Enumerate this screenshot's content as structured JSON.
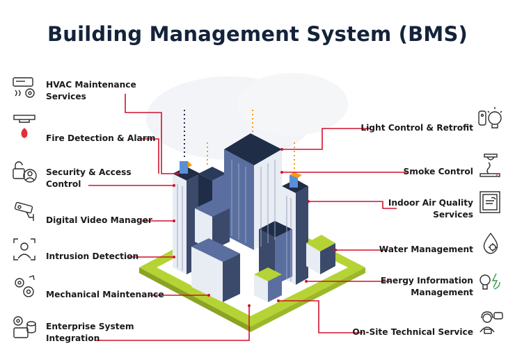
{
  "title": "Building Management System (BMS)",
  "left_services": [
    {
      "line1": "HVAC Maintenance",
      "line2": "Services",
      "icon": "hvac-icon"
    },
    {
      "line1": "Fire Detection & Alarm",
      "line2": "",
      "icon": "fire-alarm-icon"
    },
    {
      "line1": "Security & Access",
      "line2": "Control",
      "icon": "security-access-icon"
    },
    {
      "line1": "Digital Video Manager",
      "line2": "",
      "icon": "cctv-camera-icon"
    },
    {
      "line1": "Intrusion Detection",
      "line2": "",
      "icon": "intrusion-detection-icon"
    },
    {
      "line1": "Mechanical Maintenance",
      "line2": "",
      "icon": "gears-icon"
    },
    {
      "line1": "Enterprise System",
      "line2": "Integration",
      "icon": "integration-icon"
    }
  ],
  "right_services": [
    {
      "line1": "Light Control & Retrofit",
      "line2": "",
      "icon": "light-bulb-icon"
    },
    {
      "line1": "Smoke Control",
      "line2": "",
      "icon": "smoke-control-icon"
    },
    {
      "line1": "Indoor Air Quality",
      "line2": "Services",
      "icon": "air-quality-icon"
    },
    {
      "line1": "Water Management",
      "line2": "",
      "icon": "water-drop-icon"
    },
    {
      "line1": "Energy Information",
      "line2": "Management",
      "icon": "energy-icon"
    },
    {
      "line1": "On-Site Technical Service",
      "line2": "",
      "icon": "technician-icon"
    }
  ],
  "colors": {
    "title": "#14233a",
    "connector": "#d0112b",
    "ground": "#b5d334",
    "building_dark": "#1f2d47",
    "building_blue": "#5a6fa0",
    "building_light": "#e8ecf3",
    "accent_orange": "#f39c12"
  }
}
